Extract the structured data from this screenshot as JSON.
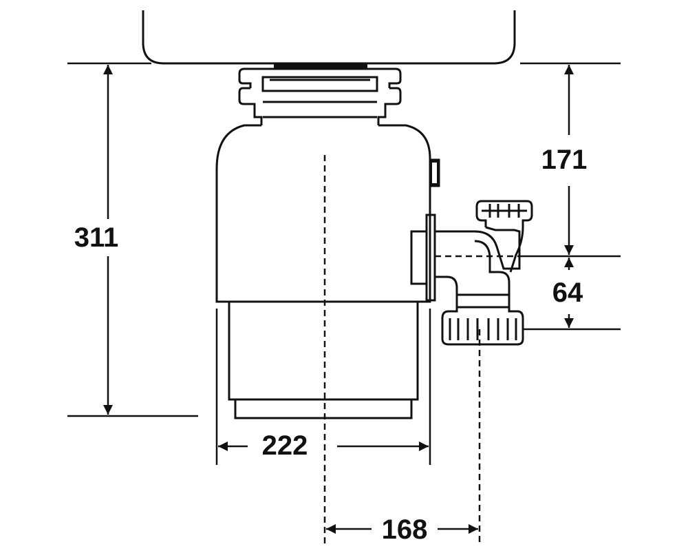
{
  "dimensions": {
    "height_total": "311",
    "height_top_to_outlet": "171",
    "height_outlet_to_drain": "64",
    "width_body": "222",
    "offset_center_to_drain": "168"
  },
  "colors": {
    "ink": "#111111",
    "background": "#ffffff"
  }
}
